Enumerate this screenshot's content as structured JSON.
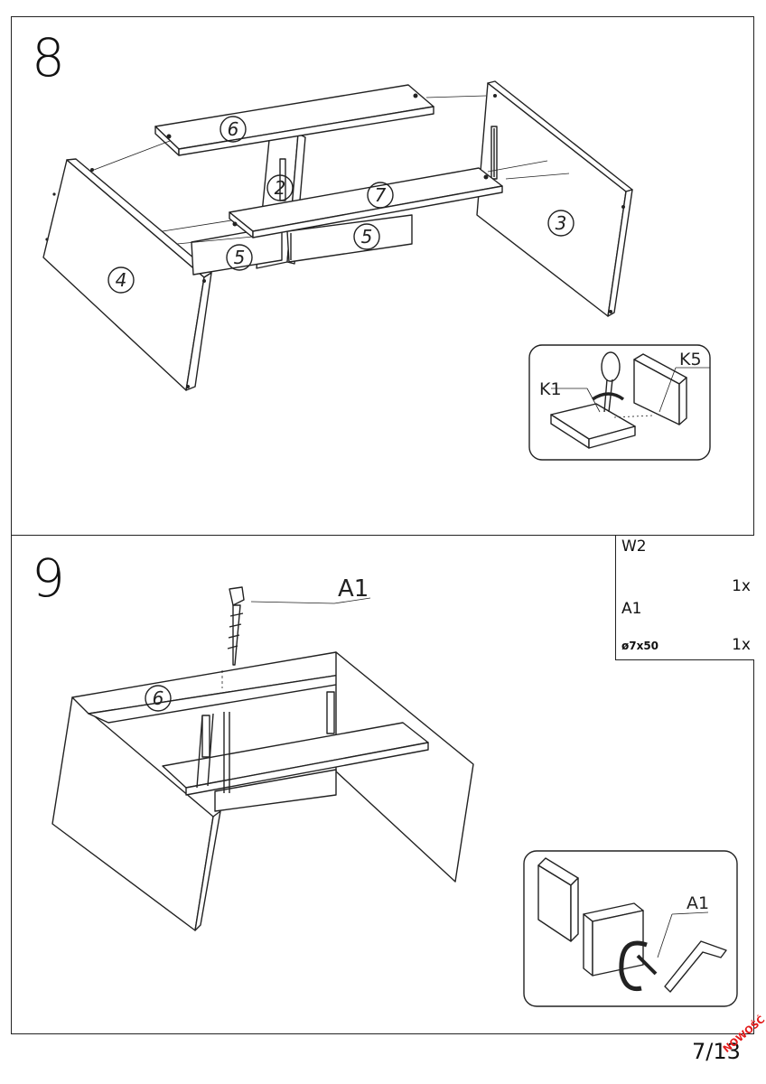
{
  "steps": [
    {
      "number": "8",
      "part_labels": [
        "6",
        "2",
        "7",
        "5",
        "5",
        "4",
        "3"
      ],
      "detail": {
        "labels": [
          "K1",
          "K5"
        ]
      }
    },
    {
      "number": "9",
      "callout": "A1",
      "part_labels": [
        "6"
      ],
      "detail": {
        "labels": [
          "A1"
        ]
      }
    }
  ],
  "parts_table": [
    {
      "code": "W2",
      "quantity": "1x",
      "icon": "allen-key-icon"
    },
    {
      "code": "A1",
      "size": "ø7x50",
      "quantity": "1x",
      "icon": "confirmat-screw-icon"
    }
  ],
  "page": {
    "number": "7/13",
    "stamp": "NOWOŚĆ"
  },
  "colors": {
    "line": "#222222",
    "stamp": "#e21a1a"
  }
}
